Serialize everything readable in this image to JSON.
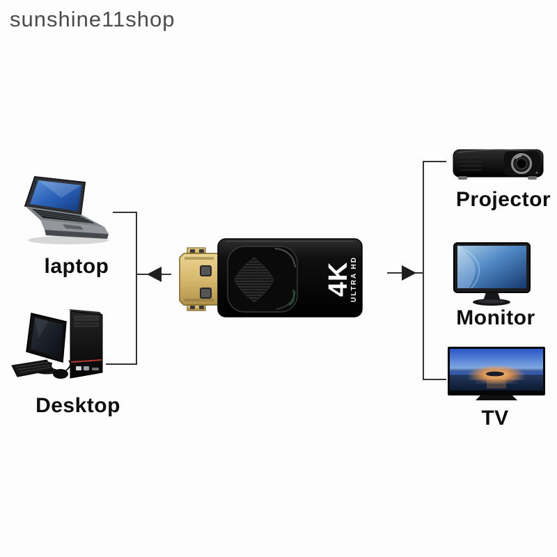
{
  "watermark": {
    "text": "sunshine11shop"
  },
  "diagram": {
    "sources": [
      {
        "id": "laptop",
        "label": "laptop"
      },
      {
        "id": "desktop",
        "label": "Desktop"
      }
    ],
    "outputs": [
      {
        "id": "projector",
        "label": "Projector"
      },
      {
        "id": "monitor",
        "label": "Monitor"
      },
      {
        "id": "tv",
        "label": "TV"
      }
    ],
    "adapter": {
      "print_primary": "4K",
      "print_secondary": "ULTRA HD"
    }
  },
  "colors": {
    "line": "#333333",
    "label_text": "#0d0d0d",
    "watermark_text": "#4b4b4b",
    "connector_gold": "#d6b96e",
    "adapter_body": "#0d0d0d",
    "screen_blue": "#2b62b8",
    "sunset_orange": "#ffb14d"
  }
}
